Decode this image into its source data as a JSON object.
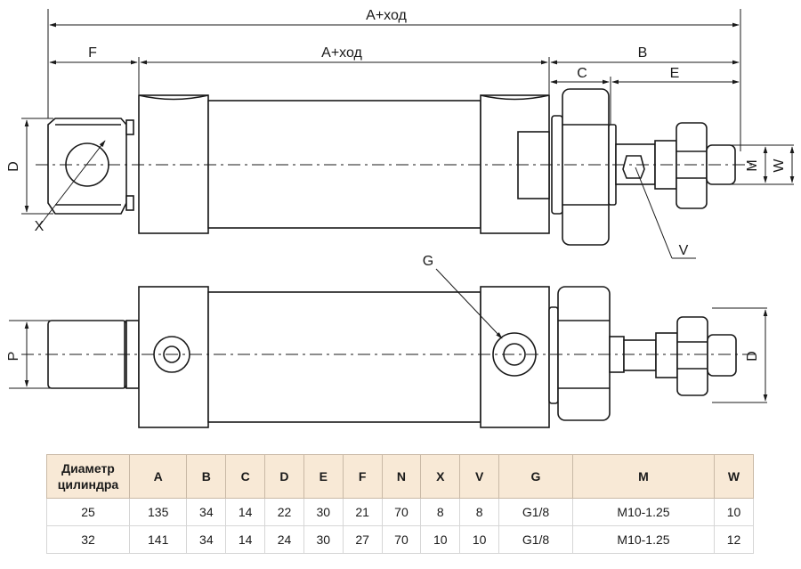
{
  "labels": {
    "top_dim": "A+ход",
    "mid_dim": "A+ход",
    "F": "F",
    "B": "B",
    "C": "C",
    "E": "E",
    "D": "D",
    "X": "X",
    "M": "M",
    "W": "W",
    "V": "V",
    "G": "G",
    "P": "P",
    "D2": "D"
  },
  "table": {
    "headers": [
      "Диаметр цилиндра",
      "A",
      "B",
      "C",
      "D",
      "E",
      "F",
      "N",
      "X",
      "V",
      "G",
      "M",
      "W"
    ],
    "rows": [
      [
        "25",
        "135",
        "34",
        "14",
        "22",
        "30",
        "21",
        "70",
        "8",
        "8",
        "G1/8",
        "M10-1.25",
        "10"
      ],
      [
        "32",
        "141",
        "34",
        "14",
        "24",
        "30",
        "27",
        "70",
        "10",
        "10",
        "G1/8",
        "M10-1.25",
        "12"
      ]
    ]
  },
  "colors": {
    "header_bg": "#f8e9d6",
    "line": "#1a1a1a"
  }
}
